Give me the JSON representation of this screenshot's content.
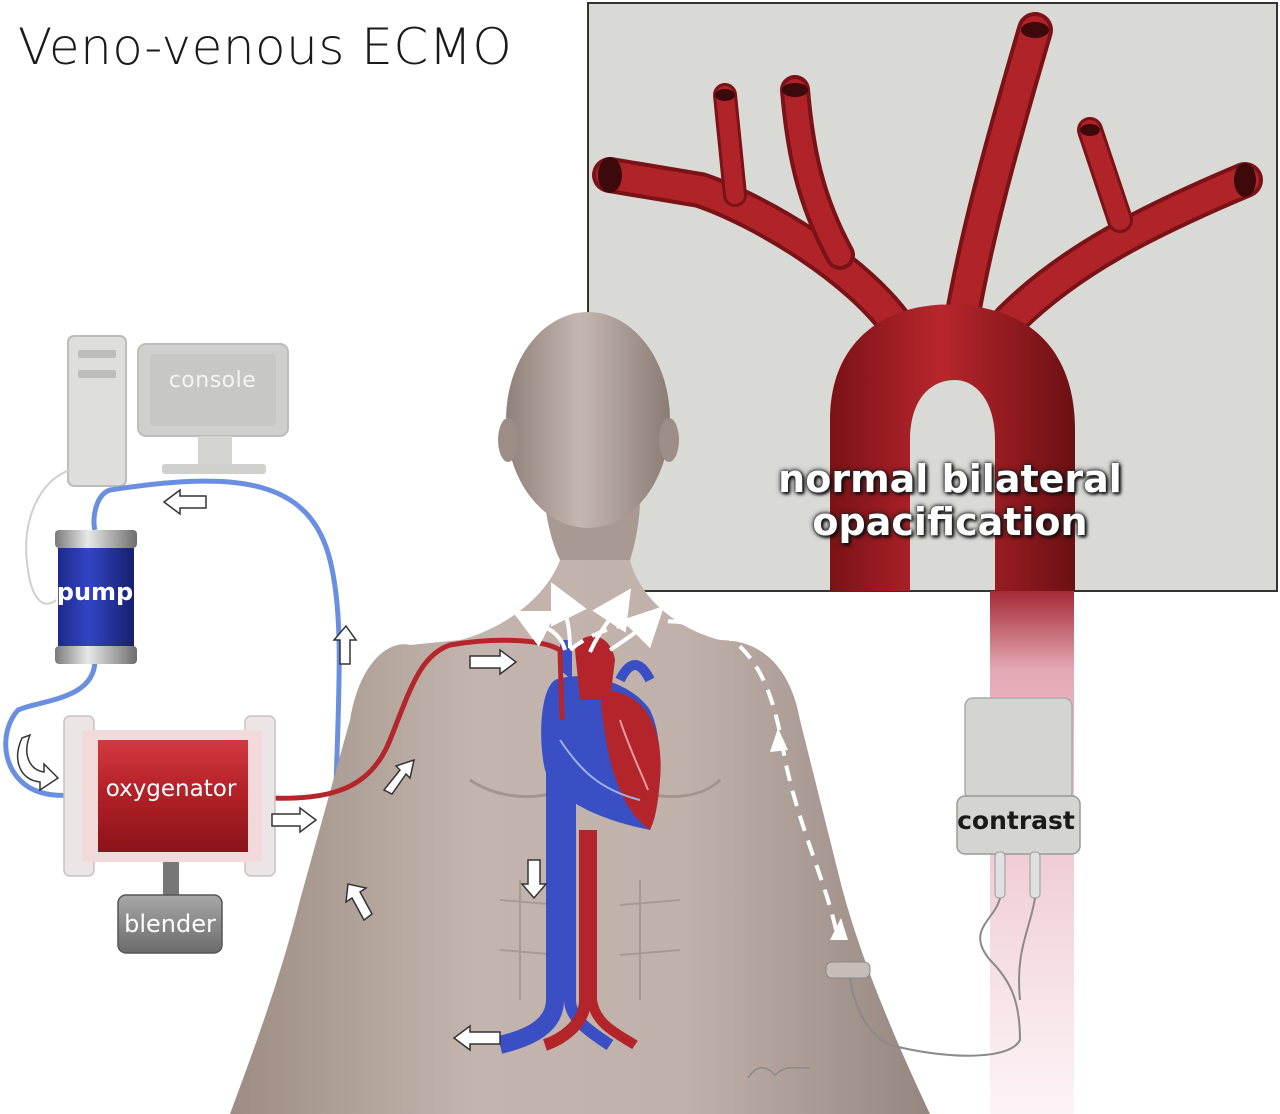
{
  "title": "Veno-venous ECMO",
  "labels": {
    "console": "console",
    "pump": "pump",
    "oxygenator": "oxygenator",
    "blender": "blender",
    "contrast": "contrast",
    "note_line1": "normal bilateral",
    "note_line2": "opacification"
  },
  "colors": {
    "venous_blue": "#3b4fc4",
    "arterial_red": "#b3242b",
    "tubing_blue": "#6a8fe0",
    "tubing_red": "#b5262c",
    "skin": "#b9aba3",
    "inset_bg": "#d9d9d6",
    "device_gray": "#d4d4d0"
  }
}
